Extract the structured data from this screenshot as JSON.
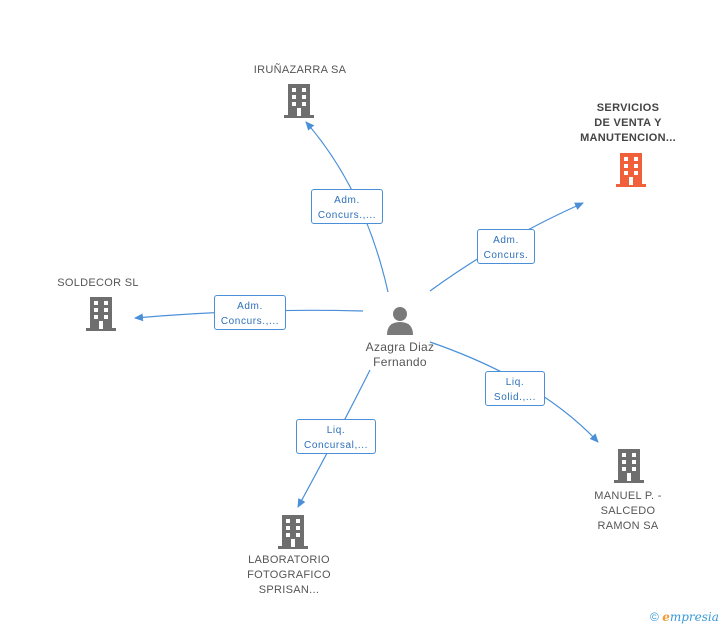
{
  "center": {
    "name": "Azagra Diaz Fernando",
    "line1": "Azagra Diaz",
    "line2": "Fernando",
    "icon": "person-icon"
  },
  "nodes": [
    {
      "id": "irunazarra",
      "lines": [
        "IRUÑAZARRA SA"
      ],
      "icon": "building-icon",
      "color": "#6e6e6e"
    },
    {
      "id": "servicios",
      "lines": [
        "SERVICIOS",
        "DE VENTA Y",
        "MANUTENCION..."
      ],
      "icon": "building-icon",
      "color": "#f0603a",
      "highlight": true
    },
    {
      "id": "soldecor",
      "lines": [
        "SOLDECOR SL"
      ],
      "icon": "building-icon",
      "color": "#6e6e6e"
    },
    {
      "id": "manuel",
      "lines": [
        "MANUEL P. -",
        "SALCEDO",
        "RAMON SA"
      ],
      "icon": "building-icon",
      "color": "#6e6e6e"
    },
    {
      "id": "laboratorio",
      "lines": [
        "LABORATORIO",
        "FOTOGRAFICO",
        "SPRISAN..."
      ],
      "icon": "building-icon",
      "color": "#6e6e6e"
    }
  ],
  "edges": [
    {
      "to": "irunazarra",
      "lines": [
        "Adm.",
        "Concurs.,..."
      ]
    },
    {
      "to": "servicios",
      "lines": [
        "Adm.",
        "Concurs."
      ]
    },
    {
      "to": "soldecor",
      "lines": [
        "Adm.",
        "Concurs.,..."
      ]
    },
    {
      "to": "manuel",
      "lines": [
        "Liq.",
        "Solid.,..."
      ]
    },
    {
      "to": "laboratorio",
      "lines": [
        "Liq.",
        "Concursal,..."
      ]
    }
  ],
  "footer": {
    "copyright": "©",
    "brand_e": "e",
    "brand_rest": "mpresia"
  },
  "colors": {
    "edge": "#4a8fd8",
    "building": "#6e6e6e",
    "highlight": "#f0603a"
  }
}
